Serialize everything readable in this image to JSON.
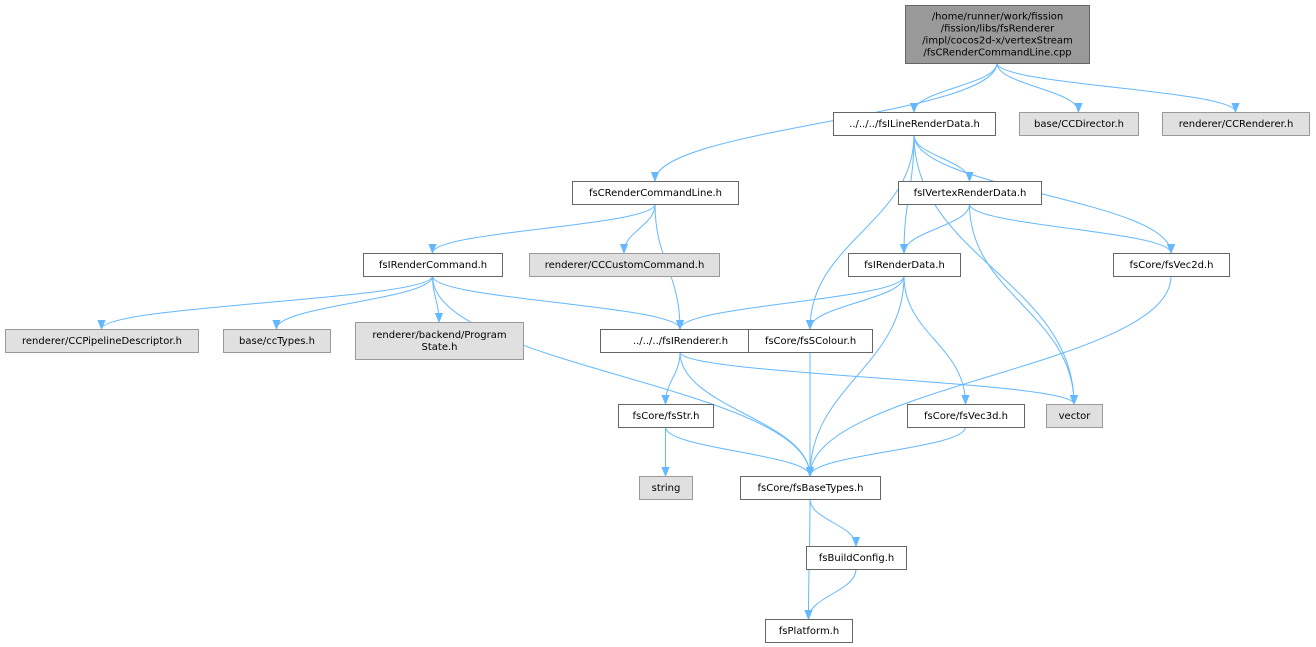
{
  "colors": {
    "root_fill": "#999999",
    "root_border": "#666666",
    "local_fill": "#ffffff",
    "local_border": "#666666",
    "external_fill": "#e0e0e0",
    "external_border": "#999999",
    "edge": "#63b8ff"
  },
  "nodes": [
    {
      "id": "root",
      "kind": "root",
      "lines": [
        "/home/runner/work/fission",
        "/fission/libs/fsRenderer",
        "/impl/cocos2d-x/vertexStream",
        "/fsCRenderCommandLine.cpp"
      ]
    },
    {
      "id": "ilinerenderdata",
      "kind": "local",
      "lines": [
        "../../../fsILineRenderData.h"
      ]
    },
    {
      "id": "ccdirector",
      "kind": "external",
      "lines": [
        "base/CCDirector.h"
      ]
    },
    {
      "id": "ccrenderer",
      "kind": "external",
      "lines": [
        "renderer/CCRenderer.h"
      ]
    },
    {
      "id": "crendercommandline",
      "kind": "local",
      "lines": [
        "fsCRenderCommandLine.h"
      ]
    },
    {
      "id": "ivertexrenderdata",
      "kind": "local",
      "lines": [
        "fsIVertexRenderData.h"
      ]
    },
    {
      "id": "irendercommand",
      "kind": "local",
      "lines": [
        "fsIRenderCommand.h"
      ]
    },
    {
      "id": "cccustomcommand",
      "kind": "external",
      "lines": [
        "renderer/CCCustomCommand.h"
      ]
    },
    {
      "id": "irenderdata",
      "kind": "local",
      "lines": [
        "fsIRenderData.h"
      ]
    },
    {
      "id": "vec2d",
      "kind": "local",
      "lines": [
        "fsCore/fsVec2d.h"
      ]
    },
    {
      "id": "ccpipeline",
      "kind": "external",
      "lines": [
        "renderer/CCPipelineDescriptor.h"
      ]
    },
    {
      "id": "cctypes",
      "kind": "external",
      "lines": [
        "base/ccTypes.h"
      ]
    },
    {
      "id": "programstate",
      "kind": "external",
      "lines": [
        "renderer/backend/Program",
        "State.h"
      ]
    },
    {
      "id": "irenderer",
      "kind": "local",
      "lines": [
        "../../../fsIRenderer.h"
      ]
    },
    {
      "id": "scolour",
      "kind": "local",
      "lines": [
        "fsCore/fsSColour.h"
      ]
    },
    {
      "id": "str",
      "kind": "local",
      "lines": [
        "fsCore/fsStr.h"
      ]
    },
    {
      "id": "vec3d",
      "kind": "local",
      "lines": [
        "fsCore/fsVec3d.h"
      ]
    },
    {
      "id": "vector",
      "kind": "external",
      "lines": [
        "vector"
      ]
    },
    {
      "id": "string",
      "kind": "external",
      "lines": [
        "string"
      ]
    },
    {
      "id": "basetypes",
      "kind": "local",
      "lines": [
        "fsCore/fsBaseTypes.h"
      ]
    },
    {
      "id": "buildconfig",
      "kind": "local",
      "lines": [
        "fsBuildConfig.h"
      ]
    },
    {
      "id": "platform",
      "kind": "local",
      "lines": [
        "fsPlatform.h"
      ]
    }
  ],
  "edges": [
    [
      "root",
      "ilinerenderdata"
    ],
    [
      "root",
      "ccdirector"
    ],
    [
      "root",
      "ccrenderer"
    ],
    [
      "root",
      "crendercommandline"
    ],
    [
      "ilinerenderdata",
      "ivertexrenderdata"
    ],
    [
      "ilinerenderdata",
      "irenderdata"
    ],
    [
      "ilinerenderdata",
      "vec2d"
    ],
    [
      "ilinerenderdata",
      "scolour"
    ],
    [
      "ilinerenderdata",
      "vector"
    ],
    [
      "crendercommandline",
      "irendercommand"
    ],
    [
      "crendercommandline",
      "cccustomcommand"
    ],
    [
      "crendercommandline",
      "irenderer"
    ],
    [
      "ivertexrenderdata",
      "irenderdata"
    ],
    [
      "ivertexrenderdata",
      "vec2d"
    ],
    [
      "ivertexrenderdata",
      "vector"
    ],
    [
      "irendercommand",
      "ccpipeline"
    ],
    [
      "irendercommand",
      "cctypes"
    ],
    [
      "irendercommand",
      "programstate"
    ],
    [
      "irendercommand",
      "irenderer"
    ],
    [
      "irendercommand",
      "basetypes"
    ],
    [
      "irenderdata",
      "irenderer"
    ],
    [
      "irenderdata",
      "scolour"
    ],
    [
      "irenderdata",
      "vec3d"
    ],
    [
      "irenderdata",
      "basetypes"
    ],
    [
      "vec2d",
      "basetypes"
    ],
    [
      "irenderer",
      "str"
    ],
    [
      "irenderer",
      "basetypes"
    ],
    [
      "irenderer",
      "vector"
    ],
    [
      "scolour",
      "basetypes"
    ],
    [
      "str",
      "string"
    ],
    [
      "str",
      "basetypes"
    ],
    [
      "vec3d",
      "basetypes"
    ],
    [
      "basetypes",
      "buildconfig"
    ],
    [
      "basetypes",
      "platform"
    ],
    [
      "buildconfig",
      "platform"
    ]
  ]
}
